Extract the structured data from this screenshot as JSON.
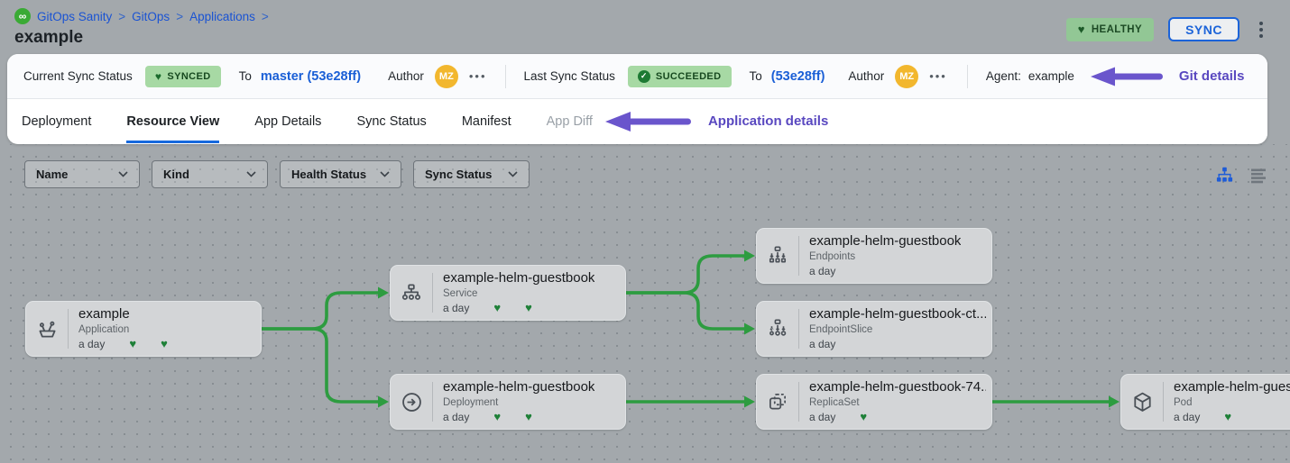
{
  "icons": {
    "heart": "♥",
    "check": "✓",
    "dots": "•••",
    "infinity": "∞"
  },
  "colors": {
    "edge_green": "#2d9c40",
    "heart_green": "#1e8038",
    "badge_green_bg": "#a7d9a4",
    "link_blue": "#1a5fd6",
    "active_tab_blue": "#1668dd",
    "annotation_purple": "#5948c0",
    "avatar_orange": "#f2b72e",
    "canvas_gray": "#a3a8ac"
  },
  "header": {
    "breadcrumb": [
      "GitOps Sanity",
      "GitOps",
      "Applications"
    ],
    "separator": ">",
    "title": "example",
    "health_badge": "HEALTHY",
    "sync_button": "SYNC"
  },
  "status_bar": {
    "current": {
      "label": "Current Sync Status",
      "badge": "SYNCED",
      "to": "To",
      "target": "master (53e28ff)",
      "author": "Author",
      "avatar": "MZ"
    },
    "last": {
      "label": "Last Sync Status",
      "badge": "SUCCEEDED",
      "to": "To",
      "target": "(53e28ff)",
      "author": "Author",
      "avatar": "MZ"
    },
    "agent_label": "Agent:",
    "agent_value": "example",
    "annotation": "Git details"
  },
  "tabs": {
    "items": [
      {
        "label": "Deployment"
      },
      {
        "label": "Resource View",
        "active": true
      },
      {
        "label": "App Details"
      },
      {
        "label": "Sync Status"
      },
      {
        "label": "Manifest"
      },
      {
        "label": "App Diff",
        "disabled": true
      }
    ],
    "annotation": "Application details"
  },
  "filters": {
    "items": [
      {
        "label": "Name"
      },
      {
        "label": "Kind"
      },
      {
        "label": "Health Status"
      },
      {
        "label": "Sync Status"
      }
    ]
  },
  "graph": {
    "nodes": [
      {
        "title": "example",
        "kind": "Application",
        "age": "a day",
        "hearts": 2
      },
      {
        "title": "example-helm-guestbook",
        "kind": "Service",
        "age": "a day",
        "hearts": 2
      },
      {
        "title": "example-helm-guestbook",
        "kind": "Deployment",
        "age": "a day",
        "hearts": 2
      },
      {
        "title": "example-helm-guestbook",
        "kind": "Endpoints",
        "age": "a day",
        "hearts": 0
      },
      {
        "title": "example-helm-guestbook-ct...",
        "kind": "EndpointSlice",
        "age": "a day",
        "hearts": 0
      },
      {
        "title": "example-helm-guestbook-74...",
        "kind": "ReplicaSet",
        "age": "a day",
        "hearts": 1
      },
      {
        "title": "example-helm-guest",
        "kind": "Pod",
        "age": "a day",
        "hearts": 1
      }
    ]
  }
}
